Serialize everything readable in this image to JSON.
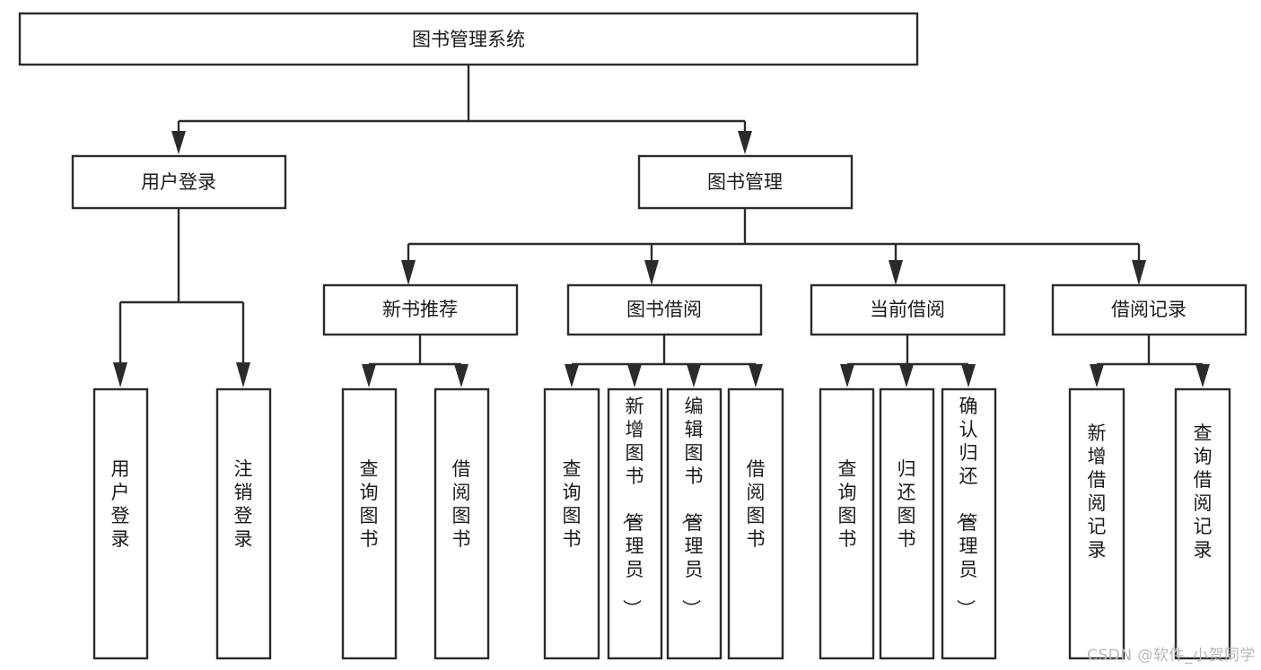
{
  "diagram": {
    "type": "tree-hierarchy-chart",
    "title": "图书管理系统",
    "watermark": "CSDN @软件_小贺同学",
    "colors": {
      "stroke": "#2b2b2b",
      "fill": "#ffffff",
      "text": "#1b1b1b",
      "watermark": "#b9b9b9"
    },
    "levels": [
      {
        "level": 1,
        "nodes": [
          {
            "id": "root",
            "label": "图书管理系统",
            "orientation": "horizontal"
          }
        ]
      },
      {
        "level": 2,
        "nodes": [
          {
            "id": "login",
            "label": "用户登录",
            "orientation": "horizontal",
            "parent": "root"
          },
          {
            "id": "bookmgmt",
            "label": "图书管理",
            "orientation": "horizontal",
            "parent": "root"
          }
        ]
      },
      {
        "level": 3,
        "nodes": [
          {
            "id": "newbook",
            "label": "新书推荐",
            "orientation": "horizontal",
            "parent": "bookmgmt"
          },
          {
            "id": "borrow",
            "label": "图书借阅",
            "orientation": "horizontal",
            "parent": "bookmgmt"
          },
          {
            "id": "current",
            "label": "当前借阅",
            "orientation": "horizontal",
            "parent": "bookmgmt"
          },
          {
            "id": "records",
            "label": "借阅记录",
            "orientation": "horizontal",
            "parent": "bookmgmt"
          }
        ]
      },
      {
        "level": 4,
        "nodes": [
          {
            "id": "leaf-user-login",
            "label": "用户登录",
            "orientation": "vertical",
            "parent": "login"
          },
          {
            "id": "leaf-user-logout",
            "label": "注销登录",
            "orientation": "vertical",
            "parent": "login"
          },
          {
            "id": "leaf-nb-query",
            "label": "查询图书",
            "orientation": "vertical",
            "parent": "newbook"
          },
          {
            "id": "leaf-nb-borrow",
            "label": "借阅图书",
            "orientation": "vertical",
            "parent": "newbook"
          },
          {
            "id": "leaf-bw-query",
            "label": "查询图书",
            "orientation": "vertical",
            "parent": "borrow"
          },
          {
            "id": "leaf-bw-add",
            "label": "新增图书（管理员）",
            "orientation": "vertical",
            "parent": "borrow"
          },
          {
            "id": "leaf-bw-edit",
            "label": "编辑图书（管理员）",
            "orientation": "vertical",
            "parent": "borrow"
          },
          {
            "id": "leaf-bw-borrow",
            "label": "借阅图书",
            "orientation": "vertical",
            "parent": "borrow"
          },
          {
            "id": "leaf-cu-query",
            "label": "查询图书",
            "orientation": "vertical",
            "parent": "current"
          },
          {
            "id": "leaf-cu-return",
            "label": "归还图书",
            "orientation": "vertical",
            "parent": "current"
          },
          {
            "id": "leaf-cu-confirm",
            "label": "确认归还（管理员）",
            "orientation": "vertical",
            "parent": "current"
          },
          {
            "id": "leaf-rc-add",
            "label": "新增借阅记录",
            "orientation": "vertical",
            "parent": "records"
          },
          {
            "id": "leaf-rc-query",
            "label": "查询借阅记录",
            "orientation": "vertical",
            "parent": "records"
          }
        ]
      }
    ]
  }
}
